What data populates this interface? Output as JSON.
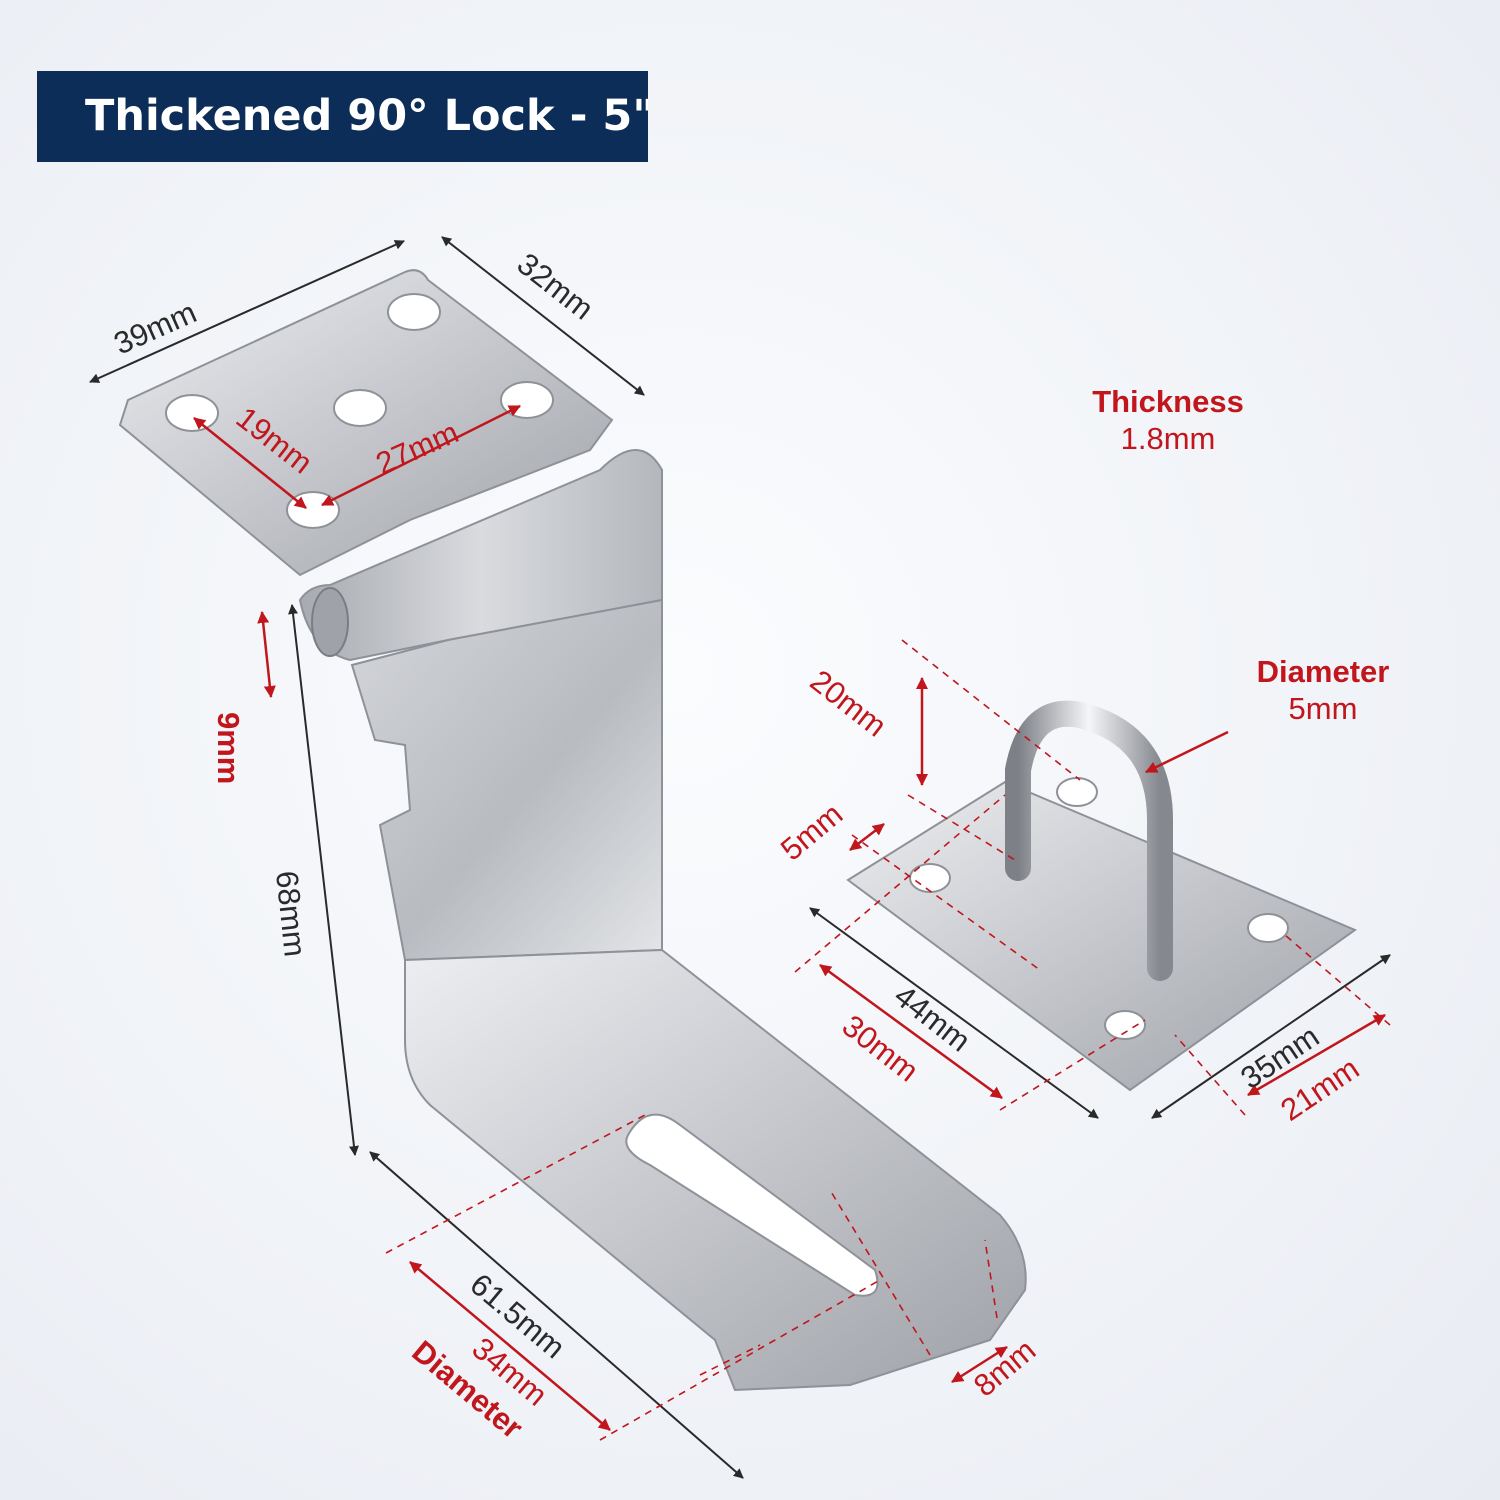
{
  "title": "Thickened 90° Lock - 5\"",
  "colors": {
    "banner": "#0c2d57",
    "accent": "#c0161c",
    "dark": "#2a2a2a",
    "metal": "#c6c8cd"
  },
  "labels": {
    "plate_width": "39mm",
    "plate_depth": "32mm",
    "hole_spacing_a": "19mm",
    "hole_spacing_b": "27mm",
    "hinge_offset": "9mm",
    "hasp_height": "68mm",
    "hasp_length": "61.5mm",
    "slot_length": "34mm",
    "slot_label": "Diameter",
    "slot_width": "8mm",
    "staple_height": "20mm",
    "staple_edge": "5mm",
    "staple_plate_length": "44mm",
    "staple_hole_spacing": "30mm",
    "staple_plate_width": "35mm",
    "staple_ring_spacing": "21mm"
  },
  "specs": {
    "thickness_title": "Thickness",
    "thickness_value": "1.8mm",
    "diameter_title": "Diameter",
    "diameter_value": "5mm"
  }
}
